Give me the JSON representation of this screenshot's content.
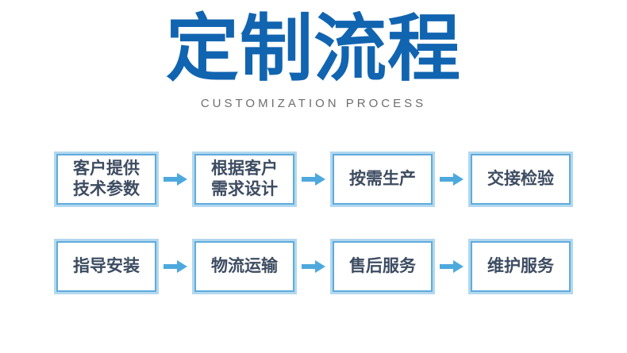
{
  "header": {
    "title": "定制流程",
    "subtitle": "CUSTOMIZATION PROCESS"
  },
  "flow": {
    "rows": [
      {
        "steps": [
          "客户提供\n技术参数",
          "根据客户\n需求设计",
          "按需生产",
          "交接检验"
        ]
      },
      {
        "steps": [
          "指导安装",
          "物流运输",
          "售后服务",
          "维护服务"
        ]
      }
    ]
  },
  "icons": {
    "step_separator": "arrow-right-icon"
  },
  "colors": {
    "title": "#1164b0",
    "subtitle": "#6e6e6e",
    "box_border": "#5fabdc",
    "box_border_outer": "#b2d8ef",
    "box_text": "#3d4c61",
    "arrow": "#4da9dd",
    "bg": "#ffffff"
  }
}
